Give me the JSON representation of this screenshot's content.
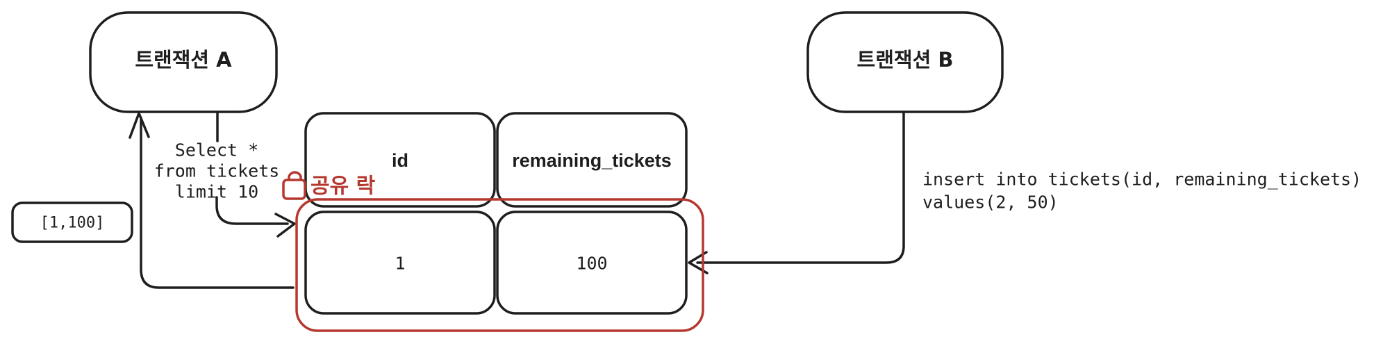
{
  "diagram": {
    "background": "#ffffff",
    "colors": {
      "ink": "#1e1e1e",
      "lock_red": "#b5382f"
    },
    "transaction_a": {
      "label": "트랜잭션 A"
    },
    "transaction_b": {
      "label": "트랜잭션 B"
    },
    "select_query": {
      "line1": "Select *",
      "line2": "from tickets",
      "line3": "limit 10"
    },
    "insert_query": {
      "line1": "insert into tickets(id, remaining_tickets)",
      "line2": "values(2, 50)"
    },
    "result_box": {
      "label": "[1,100]"
    },
    "shared_lock": {
      "label": "공유 락"
    },
    "table": {
      "columns": {
        "col1": "id",
        "col2": "remaining_tickets"
      },
      "row1": {
        "id": "1",
        "remaining_tickets": "100"
      }
    }
  }
}
